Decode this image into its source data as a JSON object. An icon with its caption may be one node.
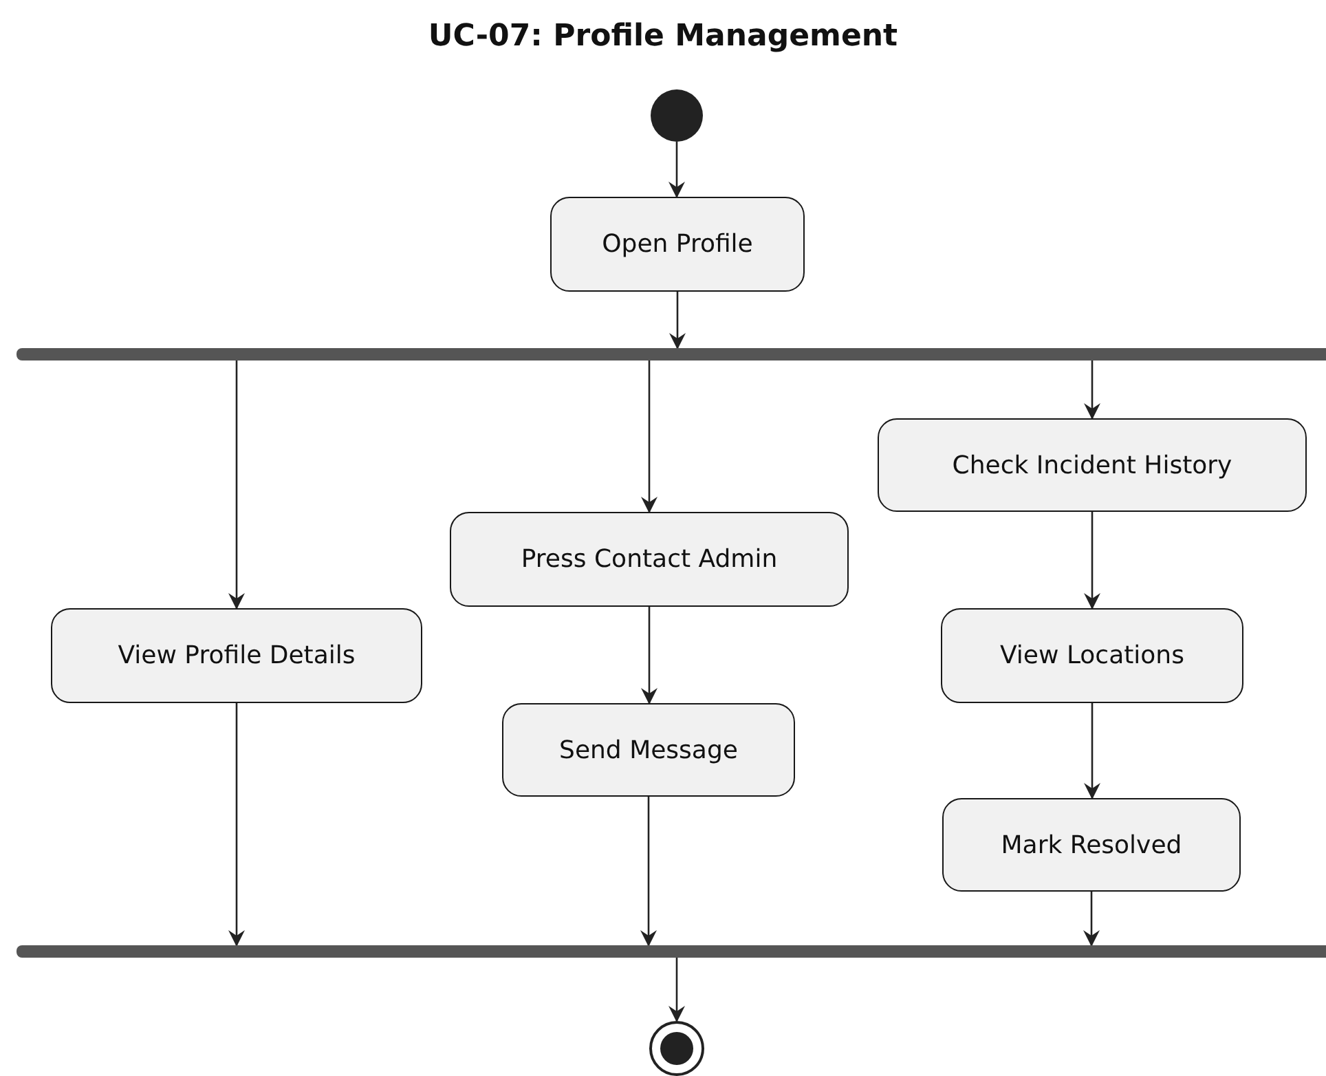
{
  "diagram": {
    "title": "UC-07: Profile Management",
    "nodes": [
      {
        "text": [],
        "shape": "circle"
      },
      {
        "text": [
          "Open Profile"
        ]
      },
      {
        "text": [],
        "shape": "bar"
      },
      {
        "text": [
          "View Profile Details"
        ]
      },
      {
        "text": [
          "Press Contact Admin"
        ]
      },
      {
        "text": [
          "Send Message"
        ]
      },
      {
        "text": [
          "Check Incident History"
        ]
      },
      {
        "text": [
          "View Locations"
        ]
      },
      {
        "text": [
          "Mark Resolved"
        ]
      },
      {
        "text": [],
        "shape": "bar"
      },
      {
        "text": [],
        "shape": "bullseye"
      }
    ],
    "edges": [
      {
        "from": 0,
        "to": 1,
        "arrow": "to"
      },
      {
        "from": 1,
        "to": 2,
        "arrow": "to"
      },
      {
        "from": 2,
        "to": 3,
        "arrow": "to"
      },
      {
        "from": 2,
        "to": 4,
        "arrow": "to"
      },
      {
        "from": 2,
        "to": 6,
        "arrow": "to"
      },
      {
        "from": 4,
        "to": 5,
        "arrow": "to"
      },
      {
        "from": 6,
        "to": 7,
        "arrow": "to"
      },
      {
        "from": 7,
        "to": 8,
        "arrow": "to"
      },
      {
        "from": 3,
        "to": 9,
        "arrow": "to"
      },
      {
        "from": 5,
        "to": 9,
        "arrow": "to"
      },
      {
        "from": 8,
        "to": 9,
        "arrow": "to"
      },
      {
        "from": 9,
        "to": 10,
        "arrow": "to"
      }
    ]
  }
}
